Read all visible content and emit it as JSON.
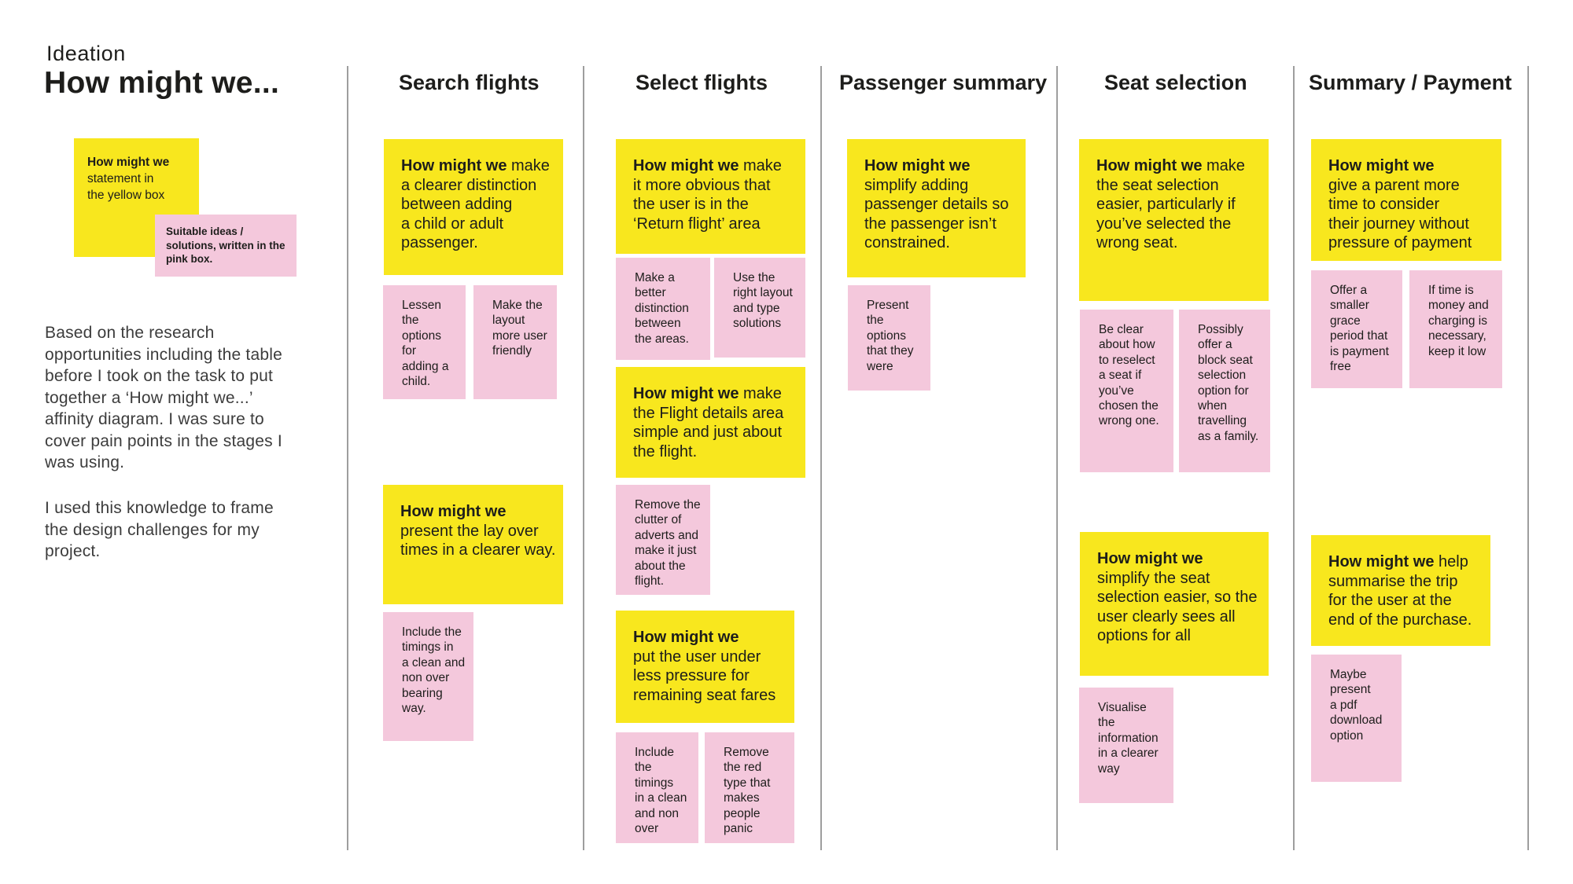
{
  "header": {
    "eyebrow": "Ideation",
    "title": "How might we..."
  },
  "legend": {
    "yellow": {
      "bold": "How might we",
      "text": "\nstatement in\nthe yellow box"
    },
    "pink": {
      "text": "Suitable ideas /\nsolutions, written in the\npink box."
    }
  },
  "intro": {
    "p1": "Based on the research\nopportunities including the table\nbefore I took on the task to put\ntogether a ‘How might we...’\naffinity diagram. I was sure to\ncover pain points in the stages I\nwas using.",
    "p2": "I used this knowledge to frame\nthe design challenges for my\nproject."
  },
  "colors": {
    "yellow": "#F8E71E",
    "pink": "#F4C8DC",
    "ink": "#1D1D1B",
    "paragraph": "#3C3C3C",
    "divider": "#9E9E9E"
  },
  "columns": [
    {
      "label": "Search flights",
      "notes": [
        {
          "type": "hmw",
          "bold": "How might we",
          "text": " make\na clearer distinction\nbetween adding\na child or adult\npassenger."
        },
        {
          "type": "idea",
          "text": "Lessen\nthe\noptions\nfor\nadding a\nchild."
        },
        {
          "type": "idea",
          "text": "Make the\nlayout\nmore user\nfriendly"
        },
        {
          "type": "hmw",
          "bold": "How might we",
          "text": "\npresent the lay over\ntimes in a clearer way."
        },
        {
          "type": "idea",
          "text": "Include the\ntimings in\na clean and\nnon over\nbearing\nway."
        }
      ]
    },
    {
      "label": "Select flights",
      "notes": [
        {
          "type": "hmw",
          "bold": "How might we",
          "text": " make\nit more obvious that\nthe user is in the\n‘Return flight’ area"
        },
        {
          "type": "idea",
          "text": "Make a\nbetter\ndistinction\nbetween\nthe areas."
        },
        {
          "type": "idea",
          "text": "Use the\nright layout\nand type\nsolutions"
        },
        {
          "type": "hmw",
          "bold": "How might we",
          "text": " make\nthe Flight details area\nsimple and just about\nthe flight."
        },
        {
          "type": "idea",
          "text": "Remove the\nclutter of\nadverts and\nmake it just\nabout the\nflight."
        },
        {
          "type": "hmw",
          "bold": "How might we",
          "text": "\nput the user under\nless pressure for\nremaining seat fares"
        },
        {
          "type": "idea",
          "text": "Include\nthe\ntimings\nin a clean\nand non\nover"
        },
        {
          "type": "idea",
          "text": "Remove\nthe red\ntype that\nmakes\npeople\npanic"
        }
      ]
    },
    {
      "label": "Passenger summary",
      "notes": [
        {
          "type": "hmw",
          "bold": "How might we",
          "text": "\nsimplify adding\npassenger details so\nthe passenger isn’t\nconstrained."
        },
        {
          "type": "idea",
          "text": "Present\nthe\noptions\nthat they\nwere"
        }
      ]
    },
    {
      "label": "Seat selection",
      "notes": [
        {
          "type": "hmw",
          "bold": "How might we",
          "text": " make\nthe seat selection\neasier, particularly if\nyou’ve selected the\nwrong seat."
        },
        {
          "type": "idea",
          "text": "Be clear\nabout how\nto reselect\na seat if\nyou’ve\nchosen the\nwrong one."
        },
        {
          "type": "idea",
          "text": "Possibly\noffer a\nblock seat\nselection\noption for\nwhen\ntravelling\nas a family."
        },
        {
          "type": "hmw",
          "bold": "How might we",
          "text": "\nsimplify the seat\nselection easier, so the\nuser clearly sees all\noptions for all"
        },
        {
          "type": "idea",
          "text": "Visualise\nthe\ninformation\nin a clearer\nway"
        }
      ]
    },
    {
      "label": "Summary / Payment",
      "notes": [
        {
          "type": "hmw",
          "bold": "How might we",
          "text": "\ngive a parent more\ntime to consider\ntheir journey without\npressure of payment"
        },
        {
          "type": "idea",
          "text": "Offer a\nsmaller\ngrace\nperiod that\nis payment\nfree"
        },
        {
          "type": "idea",
          "text": "If time is\nmoney and\ncharging is\nnecessary,\nkeep it low"
        },
        {
          "type": "hmw",
          "bold": "How might we",
          "text": " help\nsummarise the trip\nfor the user at the\nend of the purchase."
        },
        {
          "type": "idea",
          "text": "Maybe\npresent\na pdf\ndownload\noption"
        }
      ]
    }
  ]
}
